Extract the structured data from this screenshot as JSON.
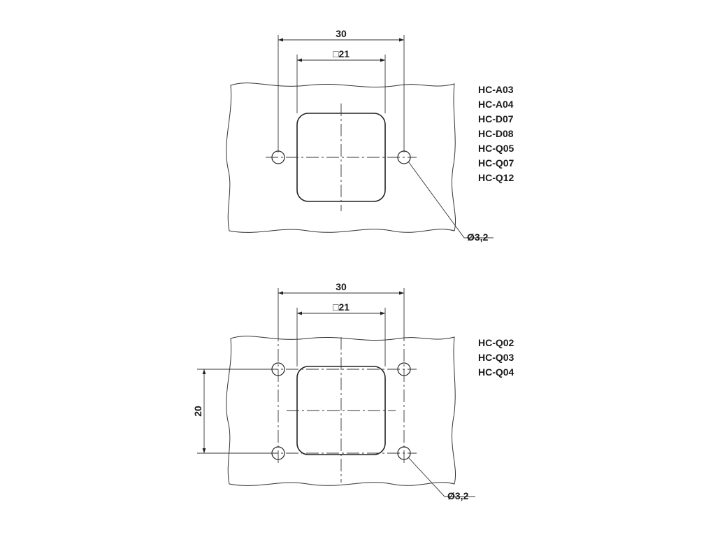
{
  "top_view": {
    "dim_outer": "30",
    "dim_inner": "□21",
    "hole_diameter": "Ø3,2",
    "connector_types": [
      "HC-A03",
      "HC-A04",
      "HC-D07",
      "HC-D08",
      "HC-Q05",
      "HC-Q07",
      "HC-Q12"
    ]
  },
  "bottom_view": {
    "dim_outer": "30",
    "dim_inner": "□21",
    "dim_vertical": "20",
    "hole_diameter": "Ø3,2",
    "connector_types": [
      "HC-Q02",
      "HC-Q03",
      "HC-Q04"
    ]
  }
}
